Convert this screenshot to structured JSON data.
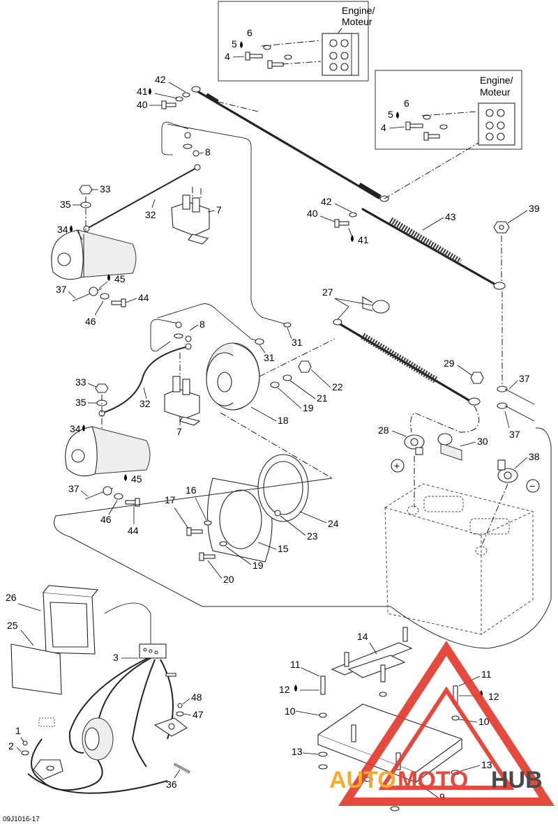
{
  "figure": {
    "reference_code": "09J1016-17",
    "engine_label_line1": "Engine/",
    "engine_label_line2": "Moteur",
    "plus_sign": "+",
    "minus_sign": "−",
    "drop_icon": "liquid-drop-icon"
  },
  "callouts": {
    "c1": "1",
    "c2": "2",
    "c3": "3",
    "c4": "4",
    "c5": "5",
    "c6": "6",
    "c7": "7",
    "c8": "8",
    "c9": "9",
    "c10": "10",
    "c11": "11",
    "c12": "12",
    "c13": "13",
    "c14": "14",
    "c15": "15",
    "c16": "16",
    "c17": "17",
    "c18": "18",
    "c19": "19",
    "c20": "20",
    "c21": "21",
    "c22": "22",
    "c23": "23",
    "c24": "24",
    "c25": "25",
    "c26": "26",
    "c27": "27",
    "c28": "28",
    "c29": "29",
    "c30": "30",
    "c31": "31",
    "c32": "32",
    "c33": "33",
    "c34": "34",
    "c35": "35",
    "c36": "36",
    "c37": "37",
    "c38": "38",
    "c39": "39",
    "c40": "40",
    "c41": "41",
    "c42": "42",
    "c43": "43",
    "c44": "44",
    "c45": "45",
    "c46": "46",
    "c47": "47",
    "c48": "48"
  },
  "watermark": {
    "text_a": "AUTO",
    "text_b": "MOTO",
    "text_c": "HUB",
    "color_primary": "#e23b2e",
    "color_secondary": "#f2a51a",
    "color_dark": "#3a3a3a"
  }
}
